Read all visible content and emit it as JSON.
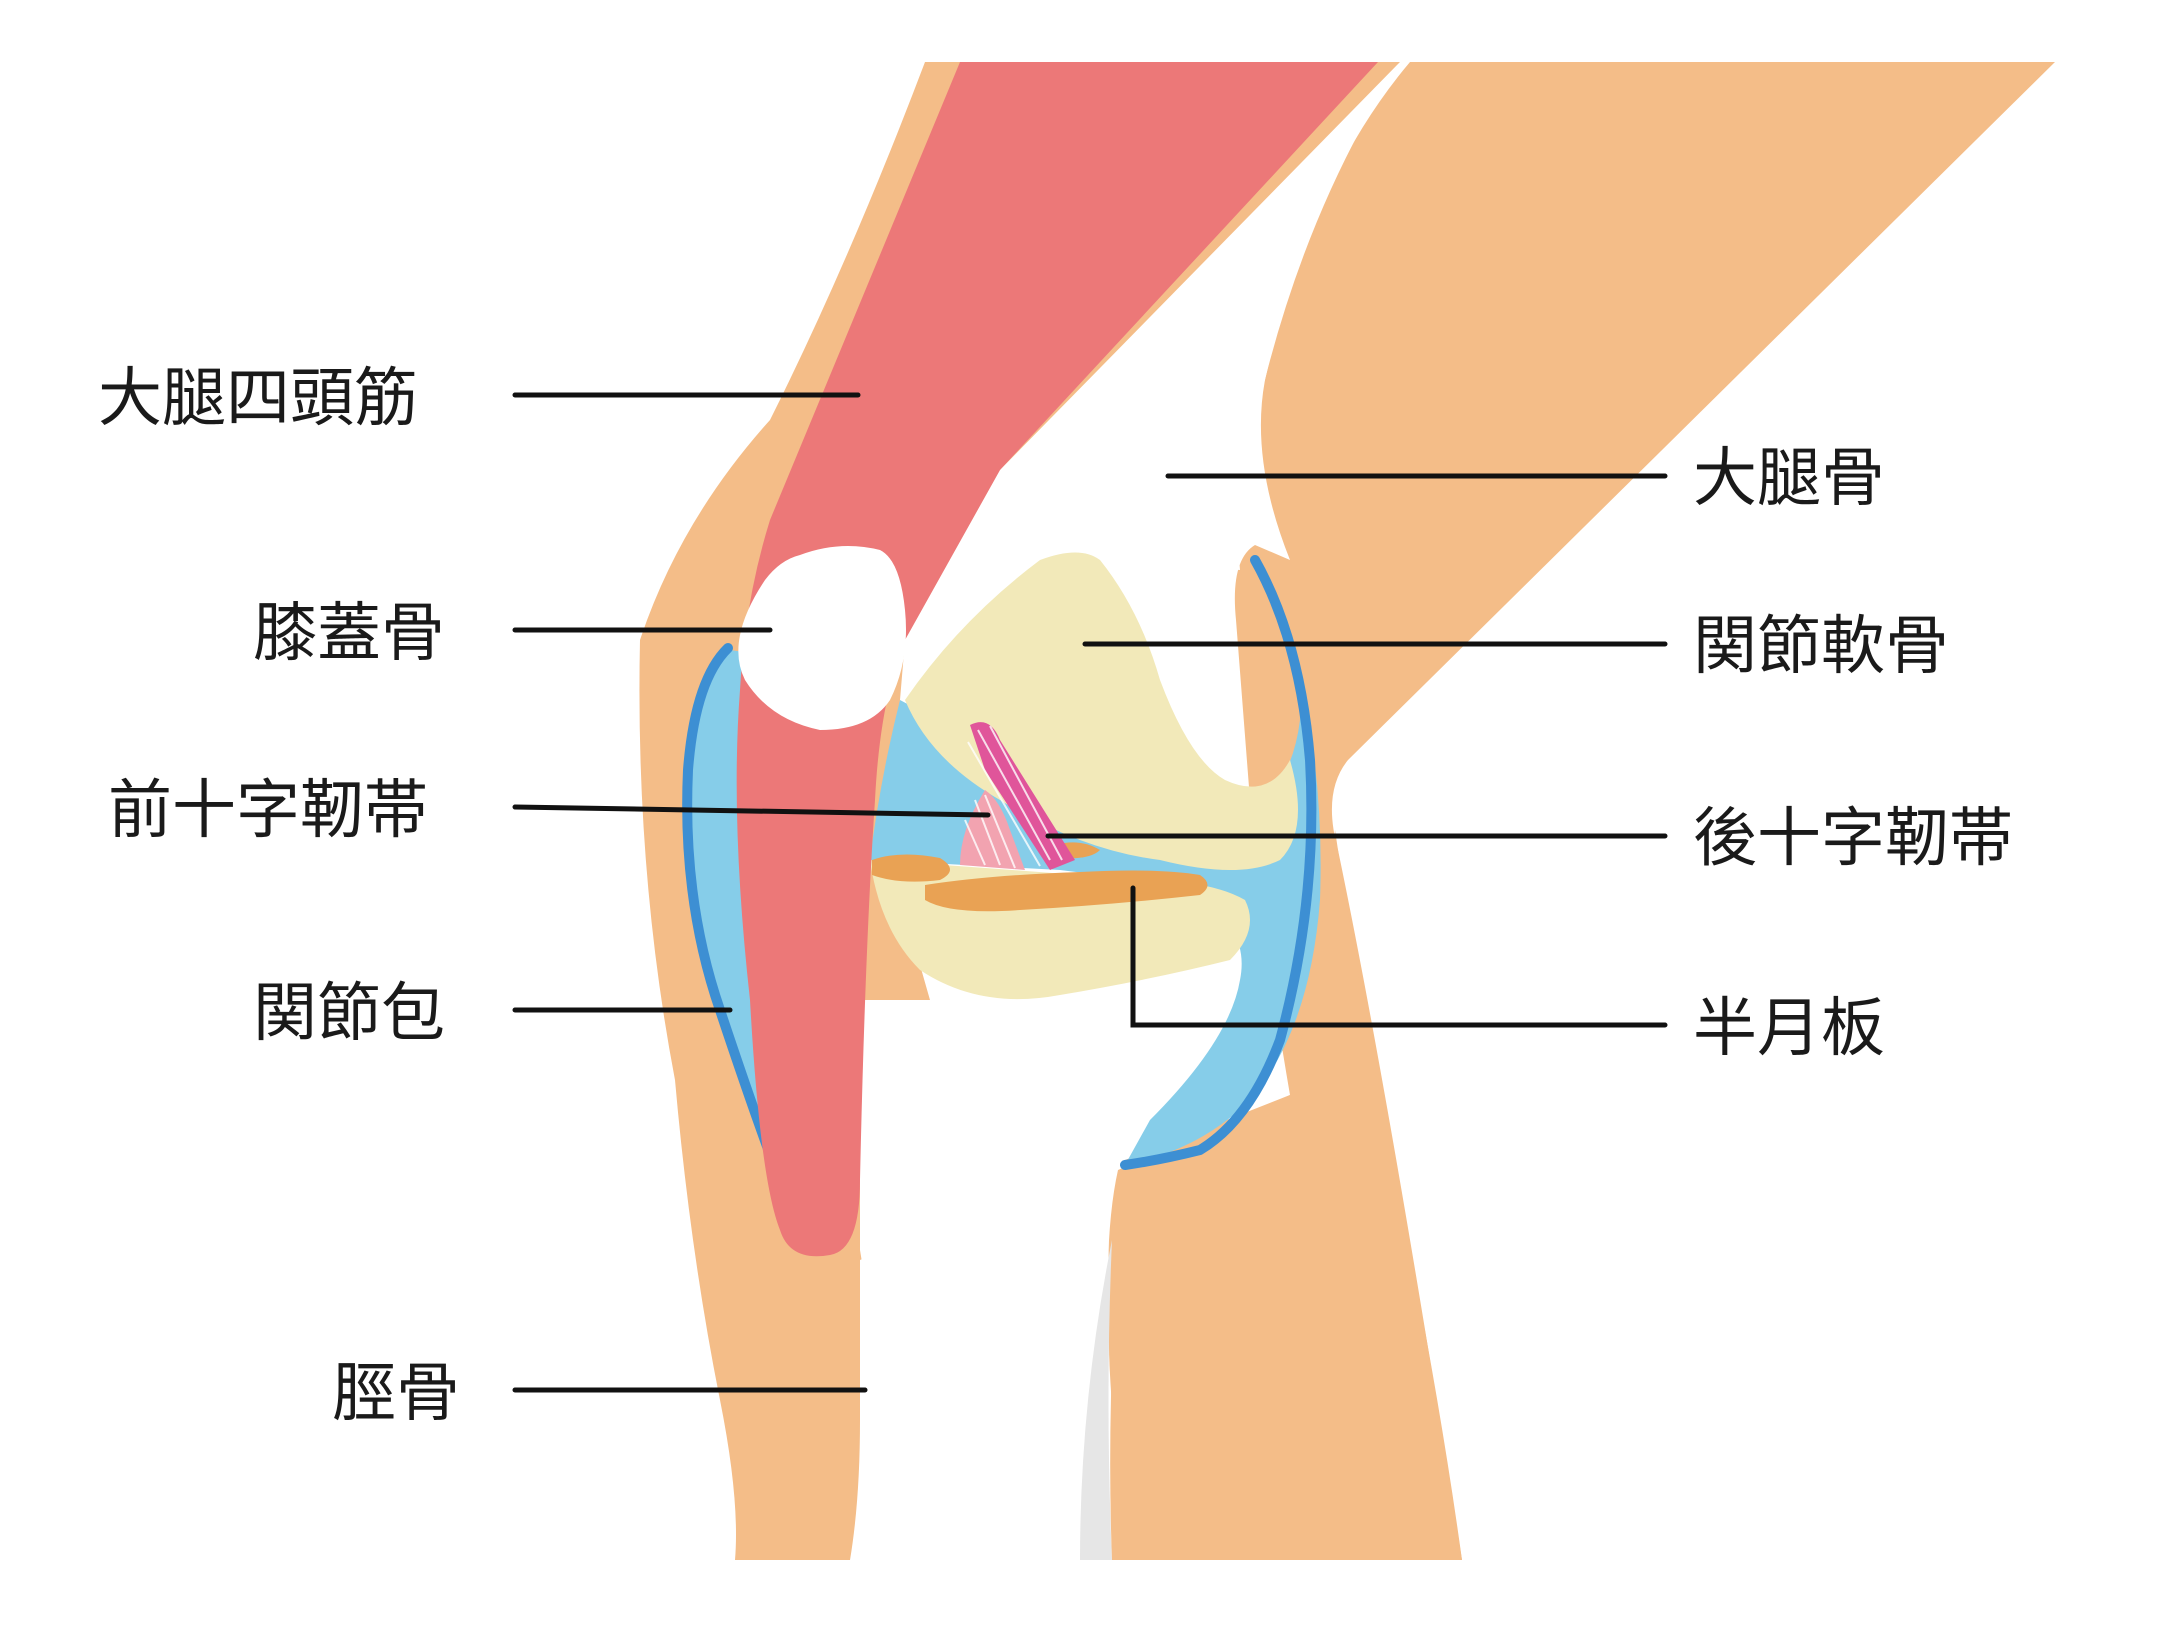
{
  "labels": {
    "quadriceps": "大腿四頭筋",
    "patella": "膝蓋骨",
    "acl": "前十字靭帯",
    "capsule": "関節包",
    "tibia": "脛骨",
    "femur": "大腿骨",
    "cartilage": "関節軟骨",
    "pcl": "後十字靭帯",
    "meniscus": "半月板"
  },
  "colors": {
    "skin": "#f4bd88",
    "muscle": "#ec7878",
    "cartilage": "#f2e9b9",
    "synovial_fluid": "#86cde9",
    "capsule_line": "#3d8fd3",
    "meniscus": "#e9a254",
    "ligament": "#e0559a",
    "patella": "#ffffff",
    "fibula": "#e6e6e6"
  }
}
